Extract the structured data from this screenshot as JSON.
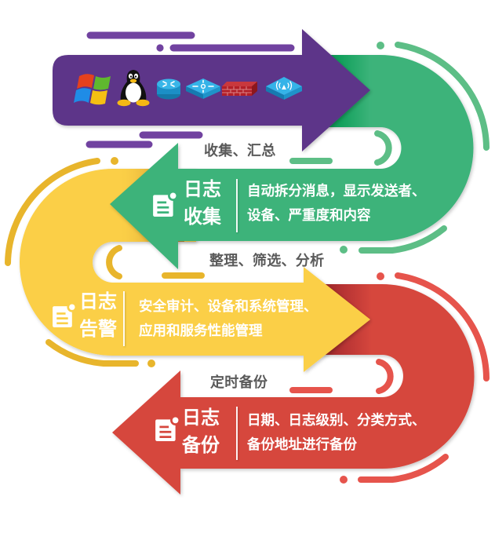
{
  "diagram": {
    "source_devices": [
      {
        "icon": "windows-logo-icon"
      },
      {
        "icon": "linux-tux-icon"
      },
      {
        "icon": "router-icon"
      },
      {
        "icon": "switch-icon"
      },
      {
        "icon": "firewall-icon"
      },
      {
        "icon": "wireless-ap-icon"
      }
    ],
    "connectors": [
      {
        "label": "收集、汇总"
      },
      {
        "label": "整理、筛选、分析"
      },
      {
        "label": "定时备份"
      }
    ],
    "stages": [
      {
        "key": "collect",
        "icon": "log-document-icon",
        "title": [
          "日志",
          "收集"
        ],
        "description": [
          "自动拆分消息，显示发送者、",
          "设备、严重度和内容"
        ],
        "color": "#3cb37a"
      },
      {
        "key": "alert",
        "icon": "log-document-icon",
        "title": [
          "日志",
          "告警"
        ],
        "description": [
          "安全审计、设备和系统管理、",
          "应用和服务性能管理"
        ],
        "color": "#fbcf47"
      },
      {
        "key": "backup",
        "icon": "log-document-icon",
        "title": [
          "日志",
          "备份"
        ],
        "description": [
          "日期、日志级别、分类方式、",
          "备份地址进行备份"
        ],
        "color": "#d6473d"
      }
    ],
    "colors": {
      "source_band": "#5d3589",
      "source_decor": "#7142a0",
      "collect": "#3cb37a",
      "collect_decor": "#5dbe86",
      "alert": "#fbcf47",
      "alert_decor": "#e8b52c",
      "backup": "#d6473d",
      "backup_decor": "#e6544c",
      "connector_text": "#5a5a5a"
    }
  }
}
